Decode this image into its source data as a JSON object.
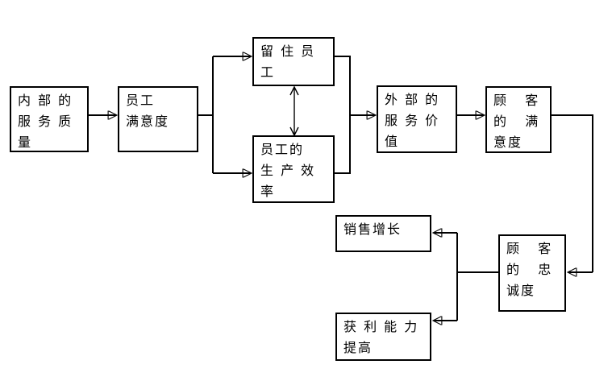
{
  "colors": {
    "background": "#ffffff",
    "line": "#000000",
    "box_fill": "#ffffff"
  },
  "nodes": {
    "internal_service_quality": {
      "label": "内 部 的\n服 务 质\n量"
    },
    "employee_satisfaction": {
      "label": "员工\n满意度"
    },
    "employee_retention": {
      "label": "留 住 员\n工"
    },
    "employee_productivity": {
      "label": "员工的\n生 产 效\n率"
    },
    "external_service_value": {
      "label": "外 部 的\n服 务 价\n值"
    },
    "customer_satisfaction": {
      "label": "顾   客\n的   满\n意度"
    },
    "customer_loyalty": {
      "label": "顾   客\n的   忠\n诚度"
    },
    "sales_growth": {
      "label": "销售增长"
    },
    "profitability_growth": {
      "label": "获 利 能 力\n提高"
    }
  },
  "edges": [
    {
      "from": "internal_service_quality",
      "to": "employee_satisfaction",
      "type": "arrow"
    },
    {
      "from": "employee_satisfaction",
      "to": "employee_retention",
      "type": "arrow"
    },
    {
      "from": "employee_satisfaction",
      "to": "employee_productivity",
      "type": "arrow"
    },
    {
      "from": "employee_retention",
      "to": "employee_productivity",
      "type": "double-arrow"
    },
    {
      "from": "employee_retention",
      "to": "external_service_value",
      "type": "arrow"
    },
    {
      "from": "employee_productivity",
      "to": "external_service_value",
      "type": "arrow"
    },
    {
      "from": "external_service_value",
      "to": "customer_satisfaction",
      "type": "arrow"
    },
    {
      "from": "customer_satisfaction",
      "to": "customer_loyalty",
      "type": "arrow"
    },
    {
      "from": "customer_loyalty",
      "to": "sales_growth",
      "type": "arrow"
    },
    {
      "from": "customer_loyalty",
      "to": "profitability_growth",
      "type": "arrow"
    }
  ]
}
